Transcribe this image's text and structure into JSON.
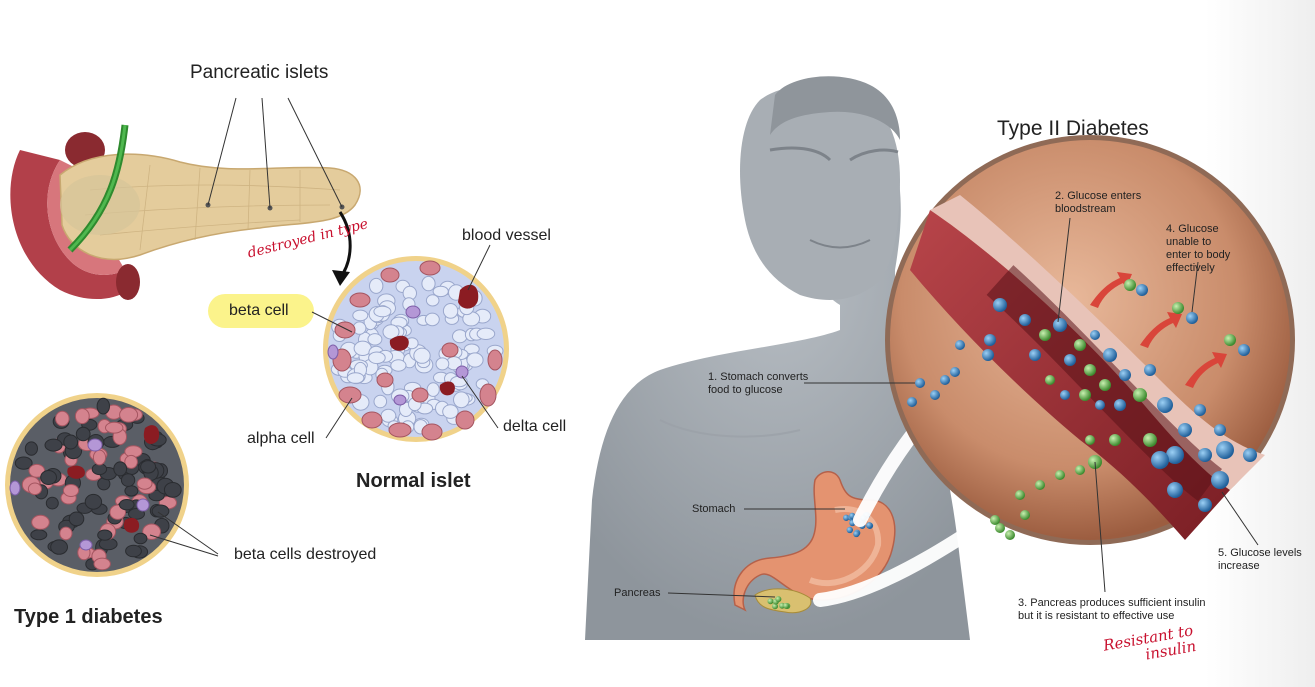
{
  "left": {
    "pancreatic_islets": "Pancreatic islets",
    "blood_vessel": "blood vessel",
    "beta_cell": "beta cell",
    "alpha_cell": "alpha cell",
    "delta_cell": "delta cell",
    "normal_islet": "Normal islet",
    "beta_cells_destroyed": "beta cells destroyed",
    "type1_title": "Type 1 diabetes",
    "handwritten_note": "destroyed in type"
  },
  "right": {
    "title": "Type II Diabetes",
    "step1": [
      "1. Stomach converts",
      "food to glucose"
    ],
    "step2": [
      "2. Glucose enters",
      "bloodstream"
    ],
    "step3": [
      "3. Pancreas produces sufficient insulin",
      "but it is resistant to effective use"
    ],
    "step4": [
      "4. Glucose",
      "unable to",
      "enter to body",
      "effectively"
    ],
    "step5": [
      "5. Glucose levels",
      "increase"
    ],
    "stomach": "Stomach",
    "pancreas": "Pancreas",
    "handwritten_note": [
      "Resistant to",
      "insulin"
    ]
  },
  "colors": {
    "accent_red": "#c8102e",
    "highlight": "#fbf38b",
    "glucose_blue": "#2e7fc4",
    "insulin_green": "#5db54a"
  }
}
